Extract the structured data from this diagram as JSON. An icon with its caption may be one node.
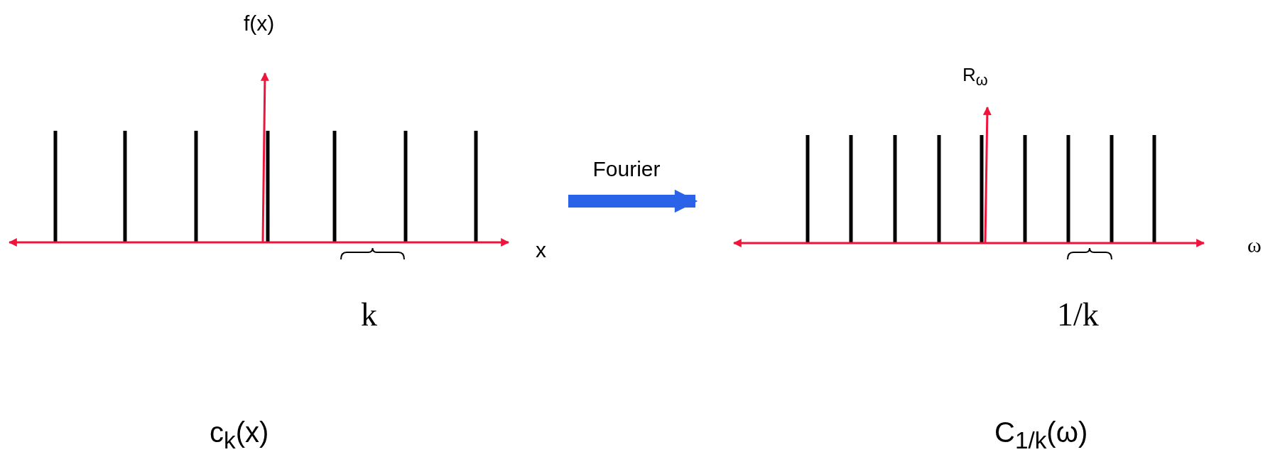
{
  "diagram": {
    "nodes": [
      {
        "text": [],
        "shape": "picture"
      },
      {
        "text": [],
        "shape": "picture"
      }
    ],
    "edges": [
      {
        "from": 0,
        "to": 1,
        "arrow": "to",
        "label": "Fourier",
        "color": "#2a63e8"
      }
    ],
    "labels": [
      "f(x)",
      "x",
      "k",
      "c$_{k}$(x)",
      "R$_{ω}$",
      "ω",
      "1/k",
      "C$_{1/k}$(ω)"
    ]
  }
}
